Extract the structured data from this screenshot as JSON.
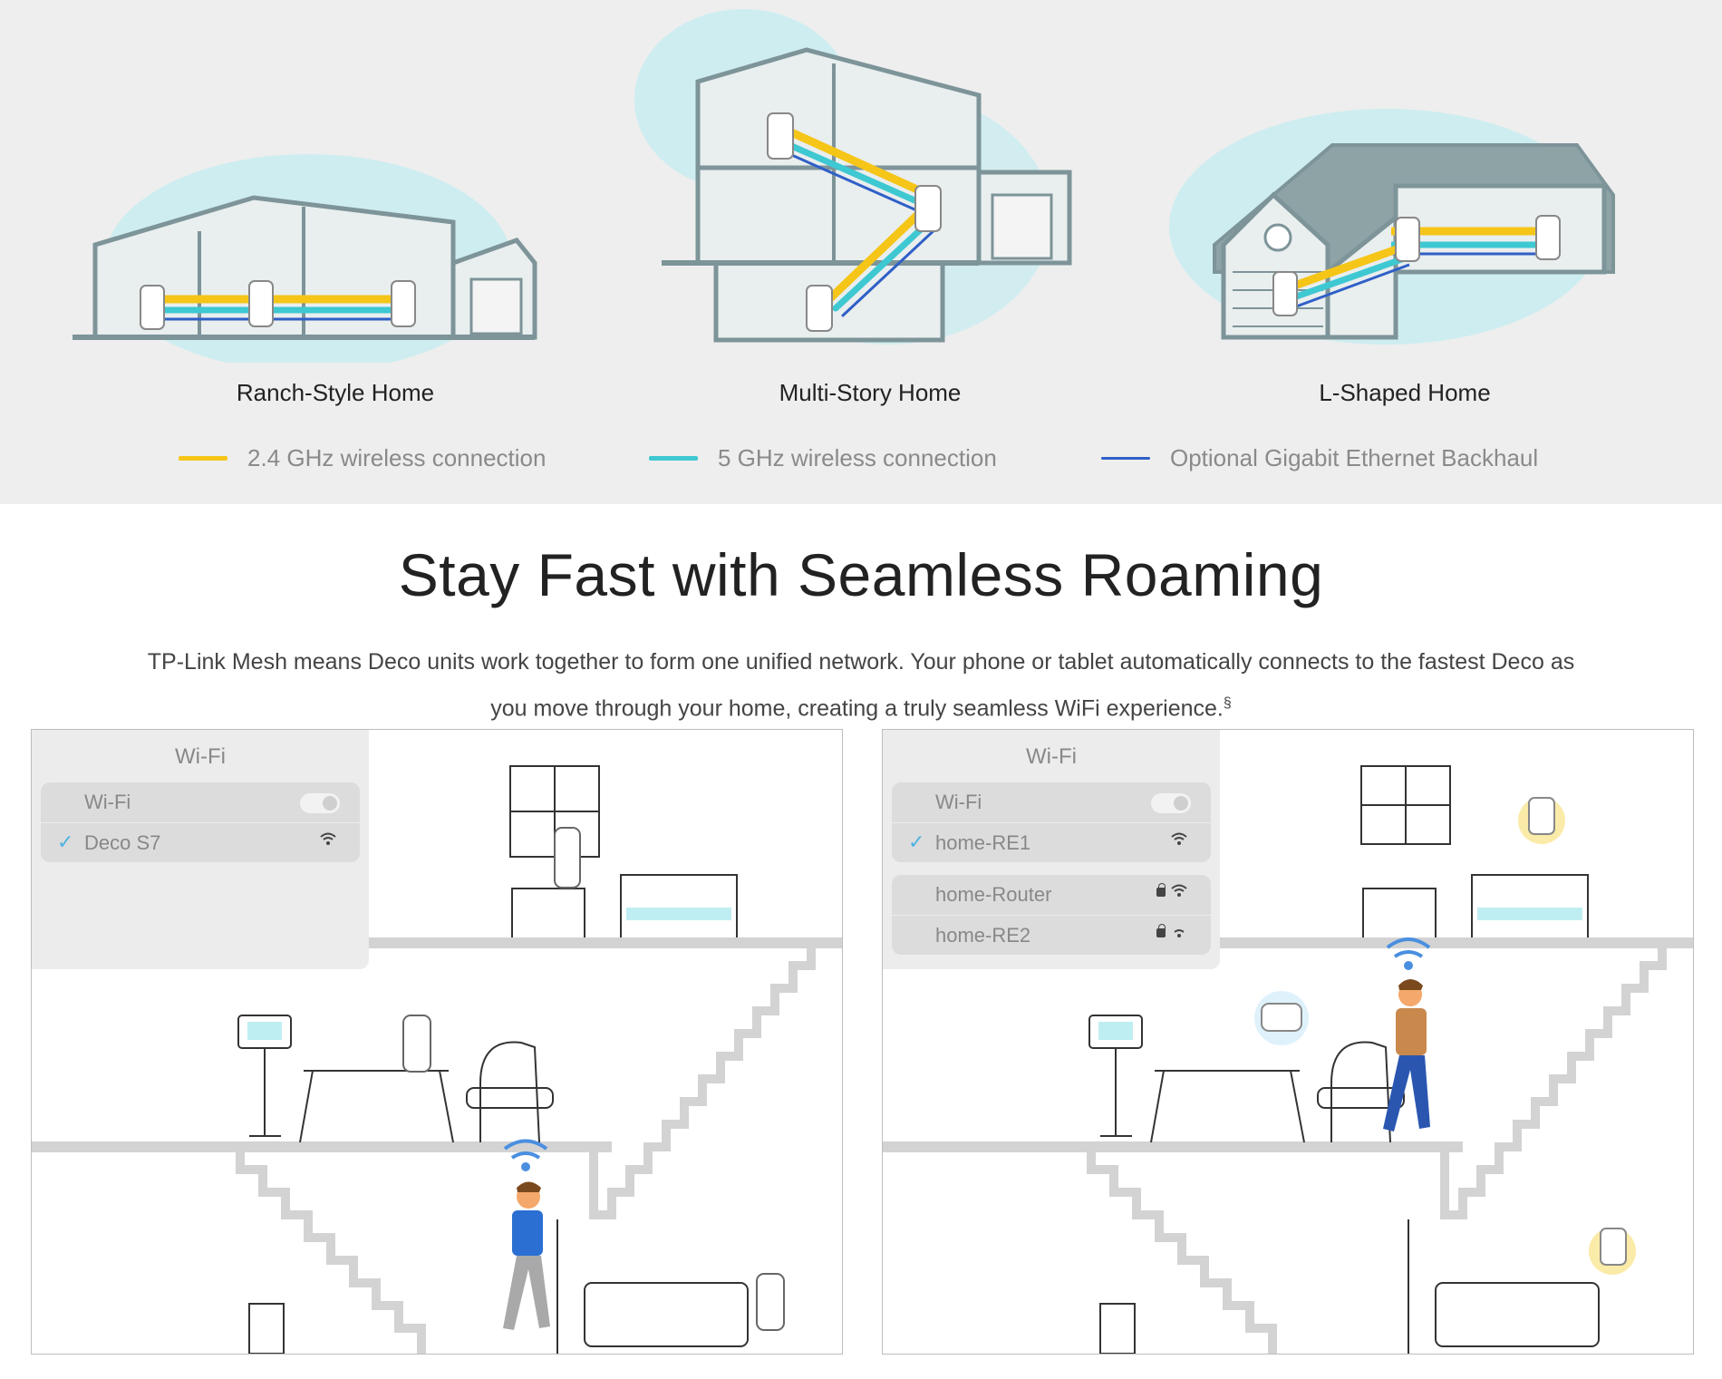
{
  "homes": [
    {
      "label": "Ranch-Style Home",
      "icon": "ranch-house-icon"
    },
    {
      "label": "Multi-Story Home",
      "icon": "multi-story-house-icon"
    },
    {
      "label": "L-Shaped Home",
      "icon": "l-shaped-house-icon"
    }
  ],
  "legend": [
    {
      "label": "2.4 GHz wireless connection",
      "color": "#f5c518"
    },
    {
      "label": "5 GHz wireless connection",
      "color": "#3ec8d2"
    },
    {
      "label": "Optional Gigabit Ethernet Backhaul",
      "color": "#2f5fc7"
    }
  ],
  "section": {
    "title": "Stay Fast with Seamless Roaming",
    "description": "TP-Link Mesh means Deco units work together to form one unified network. Your phone or tablet automatically connects to the fastest Deco as you move through your home, creating a truly seamless WiFi experience.",
    "footnote": "§"
  },
  "panel_left": {
    "wifi_title": "Wi-Fi",
    "wifi_toggle_label": "Wi-Fi",
    "networks": [
      {
        "name": "Deco S7",
        "connected": true,
        "locked": false
      }
    ]
  },
  "panel_right": {
    "wifi_title": "Wi-Fi",
    "wifi_toggle_label": "Wi-Fi",
    "connected_network": {
      "name": "home-RE1",
      "connected": true
    },
    "other_networks": [
      {
        "name": "home-Router",
        "locked": true
      },
      {
        "name": "home-RE2",
        "locked": true
      }
    ]
  },
  "colors": {
    "band_bg": "#eeeeee",
    "house_stroke": "#7d9499",
    "glow": "#bfe9ee",
    "line_2g": "#f5c518",
    "line_5g": "#3ec8d2",
    "line_eth": "#2f5fc7",
    "check": "#4fb3e0"
  }
}
